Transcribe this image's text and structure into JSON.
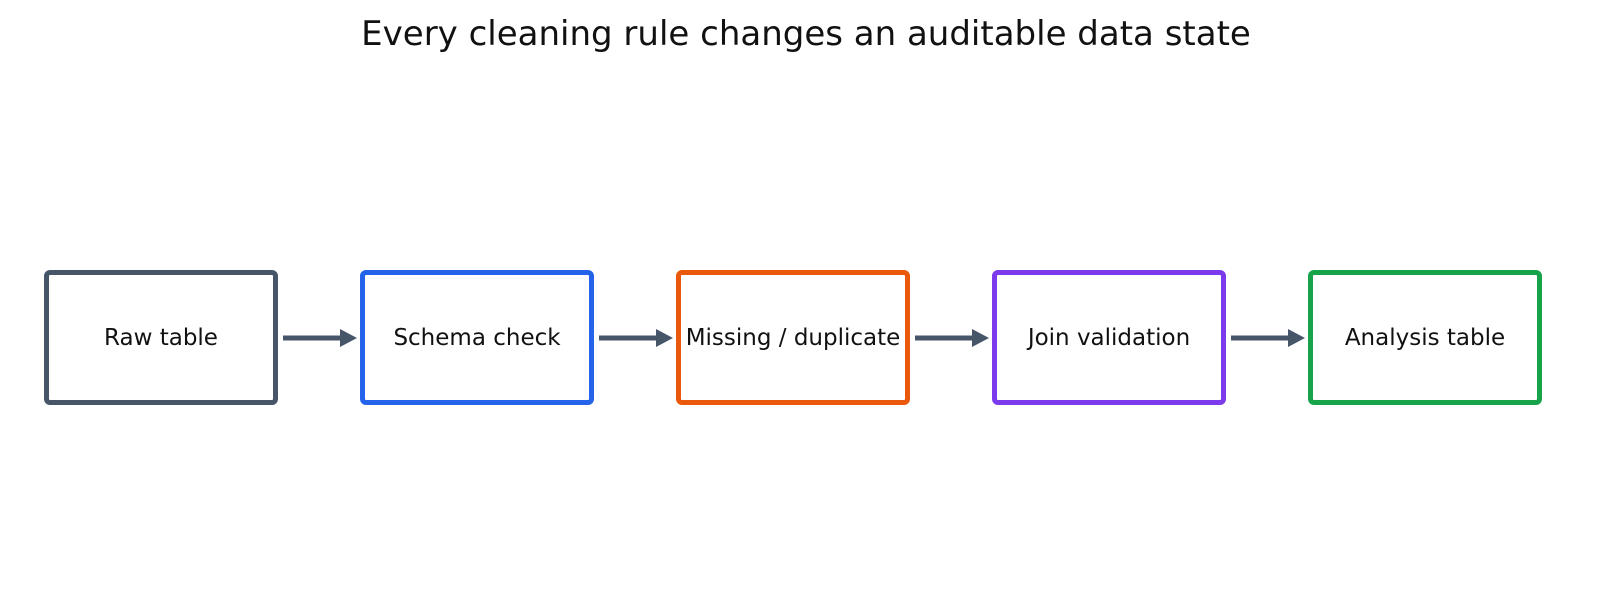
{
  "title": "Every cleaning rule changes an auditable data state",
  "nodes": [
    {
      "label": "Raw table",
      "color": "#475569"
    },
    {
      "label": "Schema check",
      "color": "#2563eb"
    },
    {
      "label": "Missing / duplicate",
      "color": "#ea580c"
    },
    {
      "label": "Join validation",
      "color": "#7c3aed"
    },
    {
      "label": "Analysis table",
      "color": "#16a34a"
    }
  ],
  "edges": [
    {
      "from": "Raw table",
      "to": "Schema check"
    },
    {
      "from": "Schema check",
      "to": "Missing / duplicate"
    },
    {
      "from": "Missing / duplicate",
      "to": "Join validation"
    },
    {
      "from": "Join validation",
      "to": "Analysis table"
    }
  ],
  "arrow_color": "#475569"
}
